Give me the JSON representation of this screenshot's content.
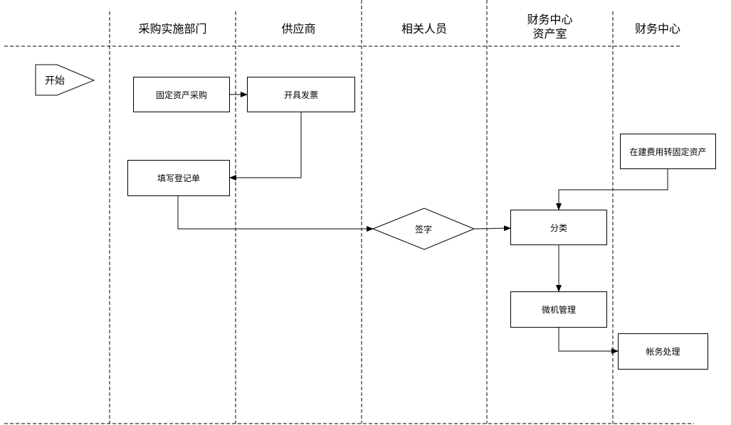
{
  "lanes": [
    {
      "title": "采购实施部门"
    },
    {
      "title": "供应商"
    },
    {
      "title": "相关人员"
    },
    {
      "title": "财务中心\n资产室"
    },
    {
      "title": "财务中心"
    }
  ],
  "nodes": {
    "start": {
      "label": "开始",
      "shape": "pentagon-arrow"
    },
    "fixed_asset_purchase": {
      "label": "固定资产采购",
      "shape": "process"
    },
    "issue_invoice": {
      "label": "开具发票",
      "shape": "process"
    },
    "fill_registration": {
      "label": "填写登记单",
      "shape": "process"
    },
    "sign": {
      "label": "签字",
      "shape": "decision"
    },
    "construction_to_asset": {
      "label": "在建费用转固定资产",
      "shape": "process"
    },
    "classify": {
      "label": "分类",
      "shape": "process"
    },
    "pc_management": {
      "label": "微机管理",
      "shape": "process"
    },
    "accounting": {
      "label": "帐务处理",
      "shape": "process"
    }
  },
  "edges": [
    {
      "from": "fixed_asset_purchase",
      "to": "issue_invoice"
    },
    {
      "from": "issue_invoice",
      "to": "fill_registration"
    },
    {
      "from": "fill_registration",
      "to": "sign"
    },
    {
      "from": "sign",
      "to": "classify"
    },
    {
      "from": "construction_to_asset",
      "to": "classify"
    },
    {
      "from": "classify",
      "to": "pc_management"
    },
    {
      "from": "pc_management",
      "to": "accounting"
    }
  ]
}
